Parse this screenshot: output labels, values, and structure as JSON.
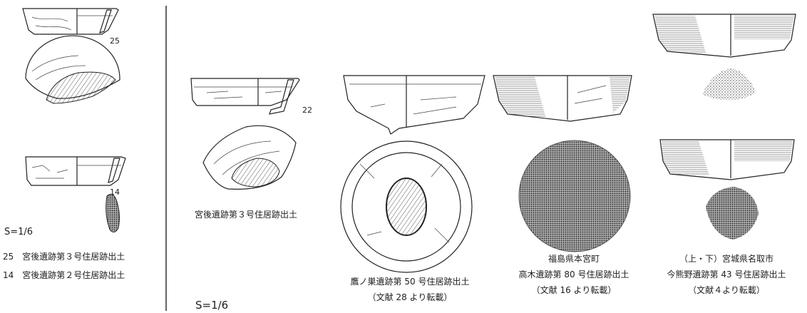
{
  "labels": {
    "fig25_number": "25",
    "fig14_number": "14",
    "fig22_number": "22",
    "scale_left": "S=1/6",
    "scale_main": "S=1/6",
    "legend": [
      "25　宮後遺跡第３号住居跡出土",
      "14　宮後遺跡第２号住居跡出土"
    ]
  },
  "captions": {
    "miyago": "宮後遺跡第３号住居跡出土",
    "takanosu": [
      "鷹ノ巣遺跡第 50 号住居跡出土",
      "（文献 28 より転載）"
    ],
    "takagi": [
      "福島県本宮町",
      "高木遺跡第 80 号住居跡出土",
      "（文献 16 より転載）"
    ],
    "imakumano": [
      "（上・下）宮城県名取市",
      "今熊野遺跡第 43 号住居跡出土",
      "（文献４より転載）"
    ]
  }
}
